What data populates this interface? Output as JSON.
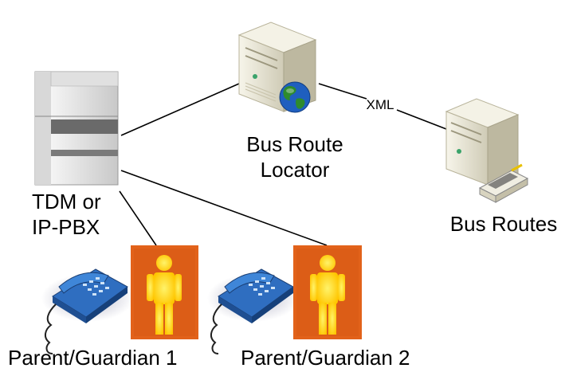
{
  "nodes": {
    "pbx": {
      "label_line1": "TDM or",
      "label_line2": "IP-PBX"
    },
    "locator": {
      "label_line1": "Bus Route",
      "label_line2": "Locator"
    },
    "routes": {
      "label": "Bus Routes"
    },
    "parent1": {
      "label": "Parent/Guardian 1"
    },
    "parent2": {
      "label": "Parent/Guardian 2"
    }
  },
  "edges": {
    "locator_routes": {
      "label": "XML"
    }
  },
  "colors": {
    "server_body": "#e9e6d6",
    "globe": "#2e8b2e",
    "globe_ocean": "#1f5fbf",
    "phone": "#3a7fd0",
    "person_bg": "#e2621a",
    "person": "#ffd400",
    "line": "#000000"
  }
}
